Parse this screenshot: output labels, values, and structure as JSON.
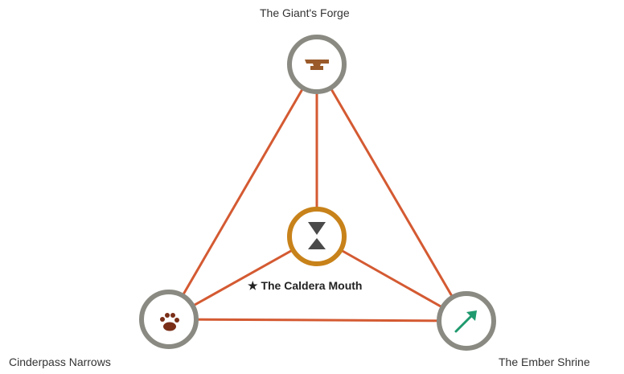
{
  "map": {
    "nodes": {
      "top": {
        "label": "The Giant's Forge",
        "icon": "anvil-icon",
        "ring_color": "#8a8a82",
        "icon_color": "#9a5a2a"
      },
      "left": {
        "label": "Cinderpass Narrows",
        "icon": "paw-icon",
        "ring_color": "#8a8a82",
        "icon_color": "#7a2e18"
      },
      "right": {
        "label": "The Ember Shrine",
        "icon": "arrow-icon",
        "ring_color": "#8a8a82",
        "icon_color": "#1f9a6e"
      },
      "center": {
        "label": "The Caldera Mouth",
        "marker": "★",
        "icon": "hourglass-icon",
        "ring_color": "#c8821a",
        "icon_color": "#4a4a4a"
      }
    },
    "path_color": "#d45a32"
  }
}
